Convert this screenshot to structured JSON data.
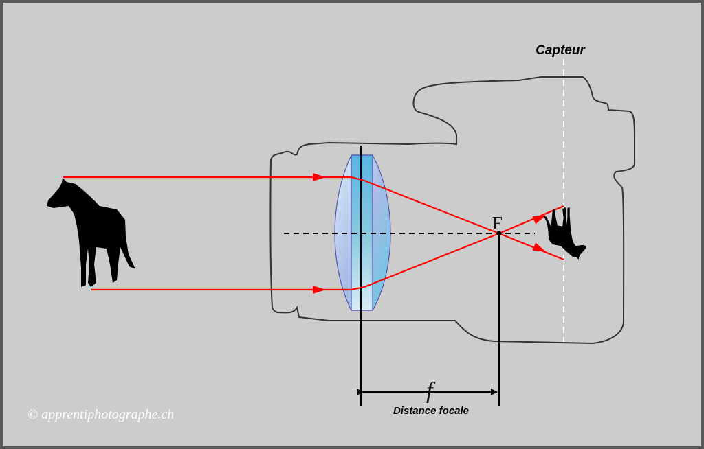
{
  "labels": {
    "sensor": "Capteur",
    "focal_point": "F",
    "focal_symbol": "f",
    "focal_distance": "Distance focale",
    "copyright": "© apprentiphotographe.ch"
  },
  "colors": {
    "background": "#cccccc",
    "frame": "#5a5a5a",
    "ray": "#ff0000",
    "lens_light": "#c8e4f4",
    "lens_dark": "#5bbbe0",
    "lens_outline": "#5555aa"
  },
  "icons": {
    "subject": "horse-silhouette",
    "image": "inverted-horse-silhouette"
  }
}
